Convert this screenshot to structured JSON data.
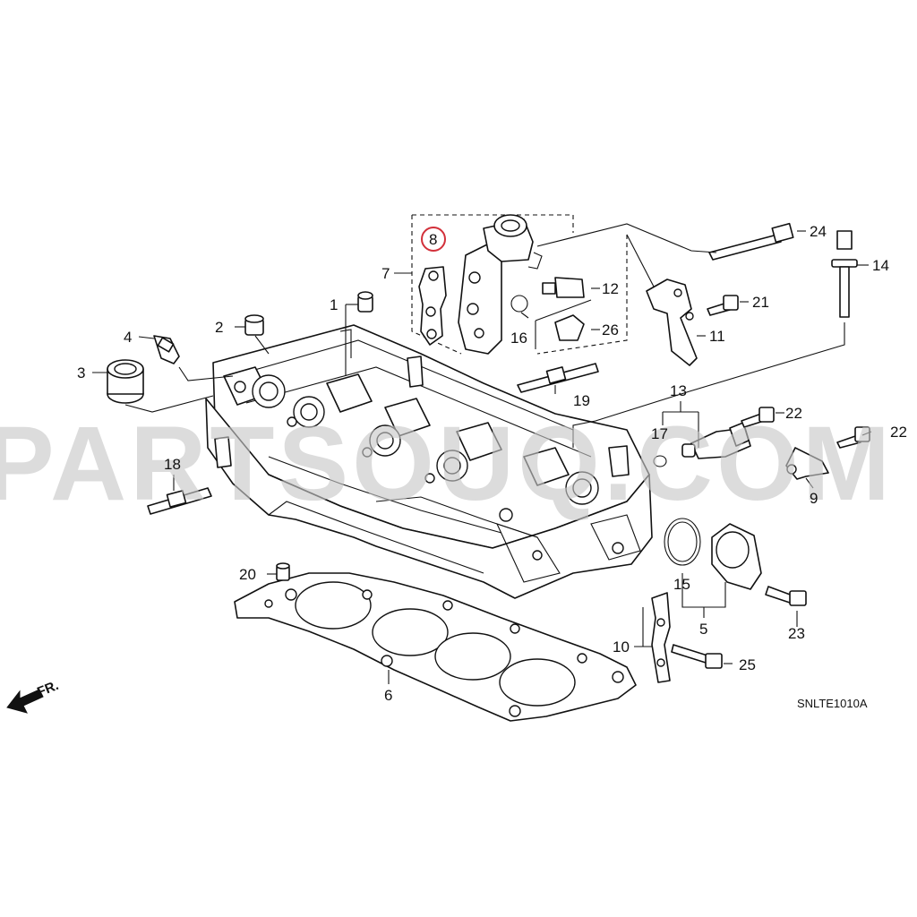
{
  "diagram": {
    "watermark": "PARTSOUQ.COM",
    "figure_code": "SNLTE1010A",
    "front_marker": "FR.",
    "highlighted_part": "8",
    "parts": [
      {
        "num": "1"
      },
      {
        "num": "2"
      },
      {
        "num": "3"
      },
      {
        "num": "4"
      },
      {
        "num": "5"
      },
      {
        "num": "6"
      },
      {
        "num": "7"
      },
      {
        "num": "8"
      },
      {
        "num": "9"
      },
      {
        "num": "10"
      },
      {
        "num": "11"
      },
      {
        "num": "12"
      },
      {
        "num": "13"
      },
      {
        "num": "14"
      },
      {
        "num": "15"
      },
      {
        "num": "16"
      },
      {
        "num": "17"
      },
      {
        "num": "18"
      },
      {
        "num": "19"
      },
      {
        "num": "20"
      },
      {
        "num": "21"
      },
      {
        "num": "22"
      },
      {
        "num": "22"
      },
      {
        "num": "23"
      },
      {
        "num": "24"
      },
      {
        "num": "25"
      },
      {
        "num": "26"
      }
    ],
    "colors": {
      "line": "#111111",
      "highlight": "#d2303a",
      "watermark": "#c8c8c8"
    }
  }
}
